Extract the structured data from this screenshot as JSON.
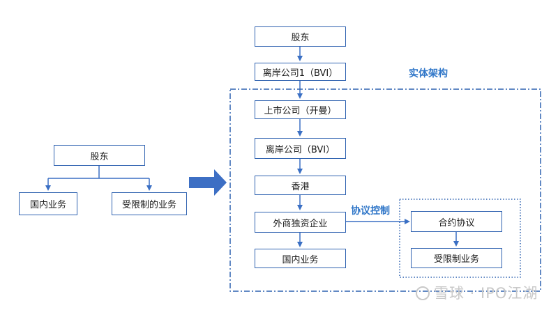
{
  "left": {
    "shareholder": "股东",
    "domestic": "国内业务",
    "restricted": "受限制的业务"
  },
  "right": {
    "title": "实体架构",
    "shareholder": "股东",
    "offshore1": "离岸公司1（BVI）",
    "listed": "上市公司（开曼）",
    "offshore": "离岸公司（BVI）",
    "hongkong": "香港",
    "wfoe": "外商独资企业",
    "domestic": "国内业务",
    "protocol_control": "协议控制",
    "agreement": "合约协议",
    "restricted": "受限制业务"
  },
  "watermark": "雪球 · IPO江湖",
  "colors": {
    "border": "#2f62b0",
    "arrow": "#3a6fc4",
    "accent": "#2f76c8"
  }
}
